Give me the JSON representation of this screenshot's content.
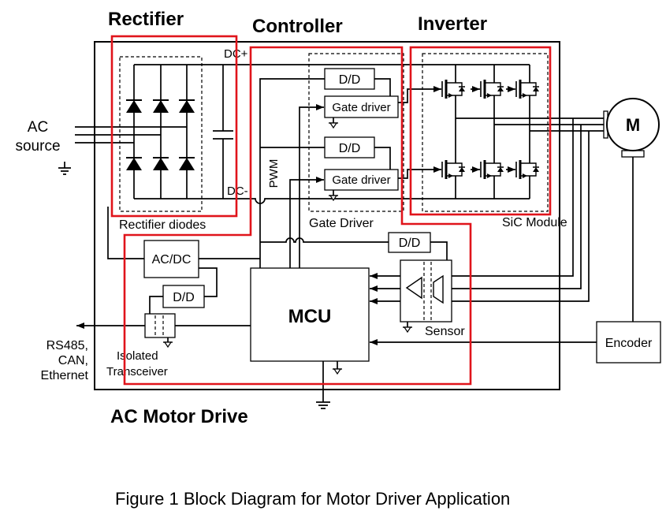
{
  "figure": {
    "drive_label": "AC Motor Drive",
    "caption": "Figure 1 Block Diagram for Motor Driver Application"
  },
  "rectifier": {
    "title": "Rectifier",
    "diodes_label": "Rectifier diodes",
    "dc_plus": "DC+",
    "dc_minus": "DC-"
  },
  "controller": {
    "title": "Controller",
    "pwm": "PWM",
    "gate_driver_group_label": "Gate Driver",
    "upper_dd": "D/D",
    "upper_gate_driver": "Gate driver",
    "lower_dd": "D/D",
    "lower_gate_driver": "Gate driver",
    "ac_dc": "AC/DC",
    "transceiver_dd": "D/D",
    "sensor_dd": "D/D",
    "mcu": "MCU",
    "sensor": "Sensor",
    "transceiver": [
      "Isolated",
      "Transceiver"
    ]
  },
  "inverter": {
    "title": "Inverter",
    "module_label": "SiC Module"
  },
  "external": {
    "ac_source": [
      "AC",
      "source"
    ],
    "comm_interfaces": [
      "RS485,",
      "CAN,",
      "Ethernet"
    ],
    "motor": "M",
    "encoder": "Encoder"
  },
  "colors": {
    "section_outline": "#e0141b",
    "wiring": "#000000",
    "background": "#ffffff"
  }
}
